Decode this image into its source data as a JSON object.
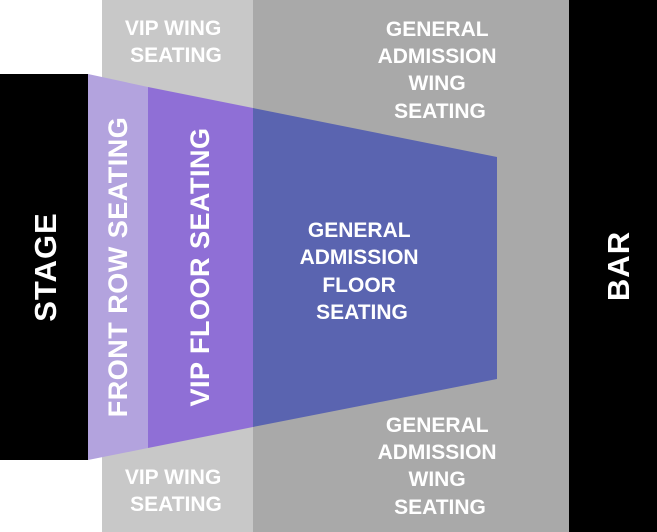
{
  "colors": {
    "stage": "#000000",
    "bar": "#000000",
    "vip_wing": "#c8c8c8",
    "ga_wing": "#a9a9a9",
    "front_row": "#b3a3de",
    "vip_floor": "#8f6fd6",
    "ga_floor": "#5a64b0",
    "text": "#ffffff"
  },
  "stage": {
    "label": "STAGE"
  },
  "bar": {
    "label": "BAR"
  },
  "vip_wing_top": {
    "lines": [
      "VIP WING",
      "SEATING"
    ]
  },
  "vip_wing_bottom": {
    "lines": [
      "VIP WING",
      "SEATING"
    ]
  },
  "ga_wing_top": {
    "lines": [
      "GENERAL",
      "ADMISSION",
      "WING",
      "SEATING"
    ]
  },
  "ga_wing_bottom": {
    "lines": [
      "GENERAL",
      "ADMISSION",
      "WING",
      "SEATING"
    ]
  },
  "front_row": {
    "label": "FRONT ROW SEATING"
  },
  "vip_floor": {
    "label": "VIP FLOOR SEATING"
  },
  "ga_floor": {
    "lines": [
      "GENERAL",
      "ADMISSION",
      "FLOOR",
      "SEATING"
    ]
  }
}
